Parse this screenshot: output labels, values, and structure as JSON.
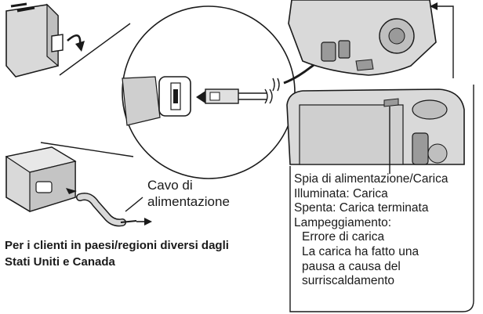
{
  "cable_label": {
    "line1": "Cavo di",
    "line2": "alimentazione"
  },
  "footnote": {
    "line1": "Per i clienti in paesi/regioni diversi dagli",
    "line2": "Stati Uniti e Canada"
  },
  "indicator_panel": {
    "title": "Spia di alimentazione/Carica",
    "lit": "Illuminata: Carica",
    "off": "Spenta: Carica terminata",
    "flashing": "Lampeggiamento:",
    "flash_items": [
      "Errore di carica",
      "La carica ha fatto una",
      "pausa a causa del",
      "surriscaldamento"
    ]
  },
  "colors": {
    "line": "#1a1a1a",
    "device_fill": "#d9d9d9",
    "device_dark": "#9a9a9a"
  }
}
